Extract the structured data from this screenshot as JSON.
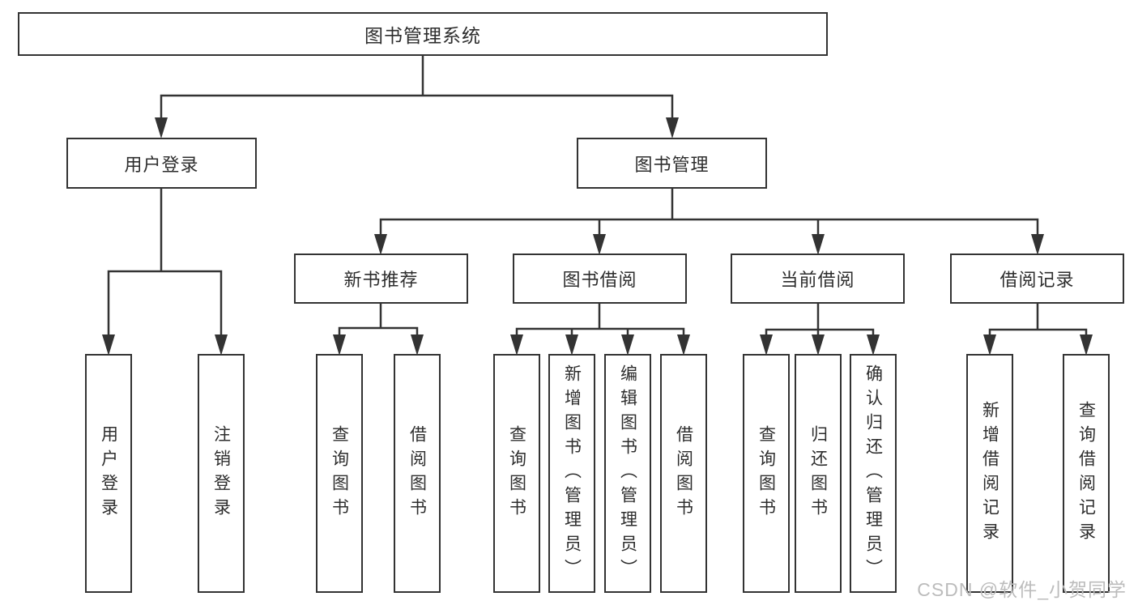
{
  "tree": {
    "root": "图书管理系统",
    "children": [
      {
        "label": "用户登录",
        "children": [
          {
            "label": "用户登录"
          },
          {
            "label": "注销登录"
          }
        ]
      },
      {
        "label": "图书管理",
        "children": [
          {
            "label": "新书推荐",
            "children": [
              {
                "label": "查询图书"
              },
              {
                "label": "借阅图书"
              }
            ]
          },
          {
            "label": "图书借阅",
            "children": [
              {
                "label": "查询图书"
              },
              {
                "label": "新增图书（管理员）"
              },
              {
                "label": "编辑图书（管理员）"
              },
              {
                "label": "借阅图书"
              }
            ]
          },
          {
            "label": "当前借阅",
            "children": [
              {
                "label": "查询图书"
              },
              {
                "label": "归还图书"
              },
              {
                "label": "确认归还（管理员）"
              }
            ]
          },
          {
            "label": "借阅记录",
            "children": [
              {
                "label": "新增借阅记录"
              },
              {
                "label": "查询借阅记录"
              }
            ]
          }
        ]
      }
    ]
  },
  "watermark": {
    "text": "CSDN @软件_小贺同学"
  },
  "colors": {
    "line": "#333333",
    "box_border": "#333333",
    "text": "#2d2d2d",
    "watermark": "#bcbcbc",
    "background": "#ffffff"
  }
}
